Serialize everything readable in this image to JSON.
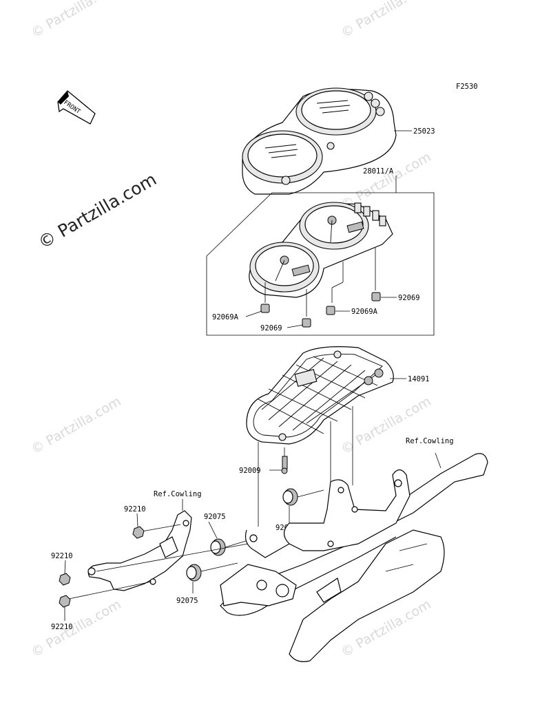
{
  "figure_code": "F2530",
  "front_label": "FRONT",
  "watermark": "© Partzilla.com",
  "parts": {
    "meter_case": "25023",
    "meter_assy": "28011/A",
    "screw_92069_right": "92069",
    "screw_92069a_mid": "92069A",
    "screw_92069a_left": "92069A",
    "screw_92069_bottom": "92069",
    "cover_plate": "14091",
    "bolt_92009": "92009",
    "grommet_92075_mid": "92075",
    "grommet_92075_left": "92075",
    "grommet_92075_bottom": "92075",
    "nut_92210_top": "92210",
    "nut_92210_mid": "92210",
    "nut_92210_bottom": "92210",
    "ref_cowling_left": "Ref.Cowling",
    "ref_cowling_right": "Ref.Cowling"
  }
}
